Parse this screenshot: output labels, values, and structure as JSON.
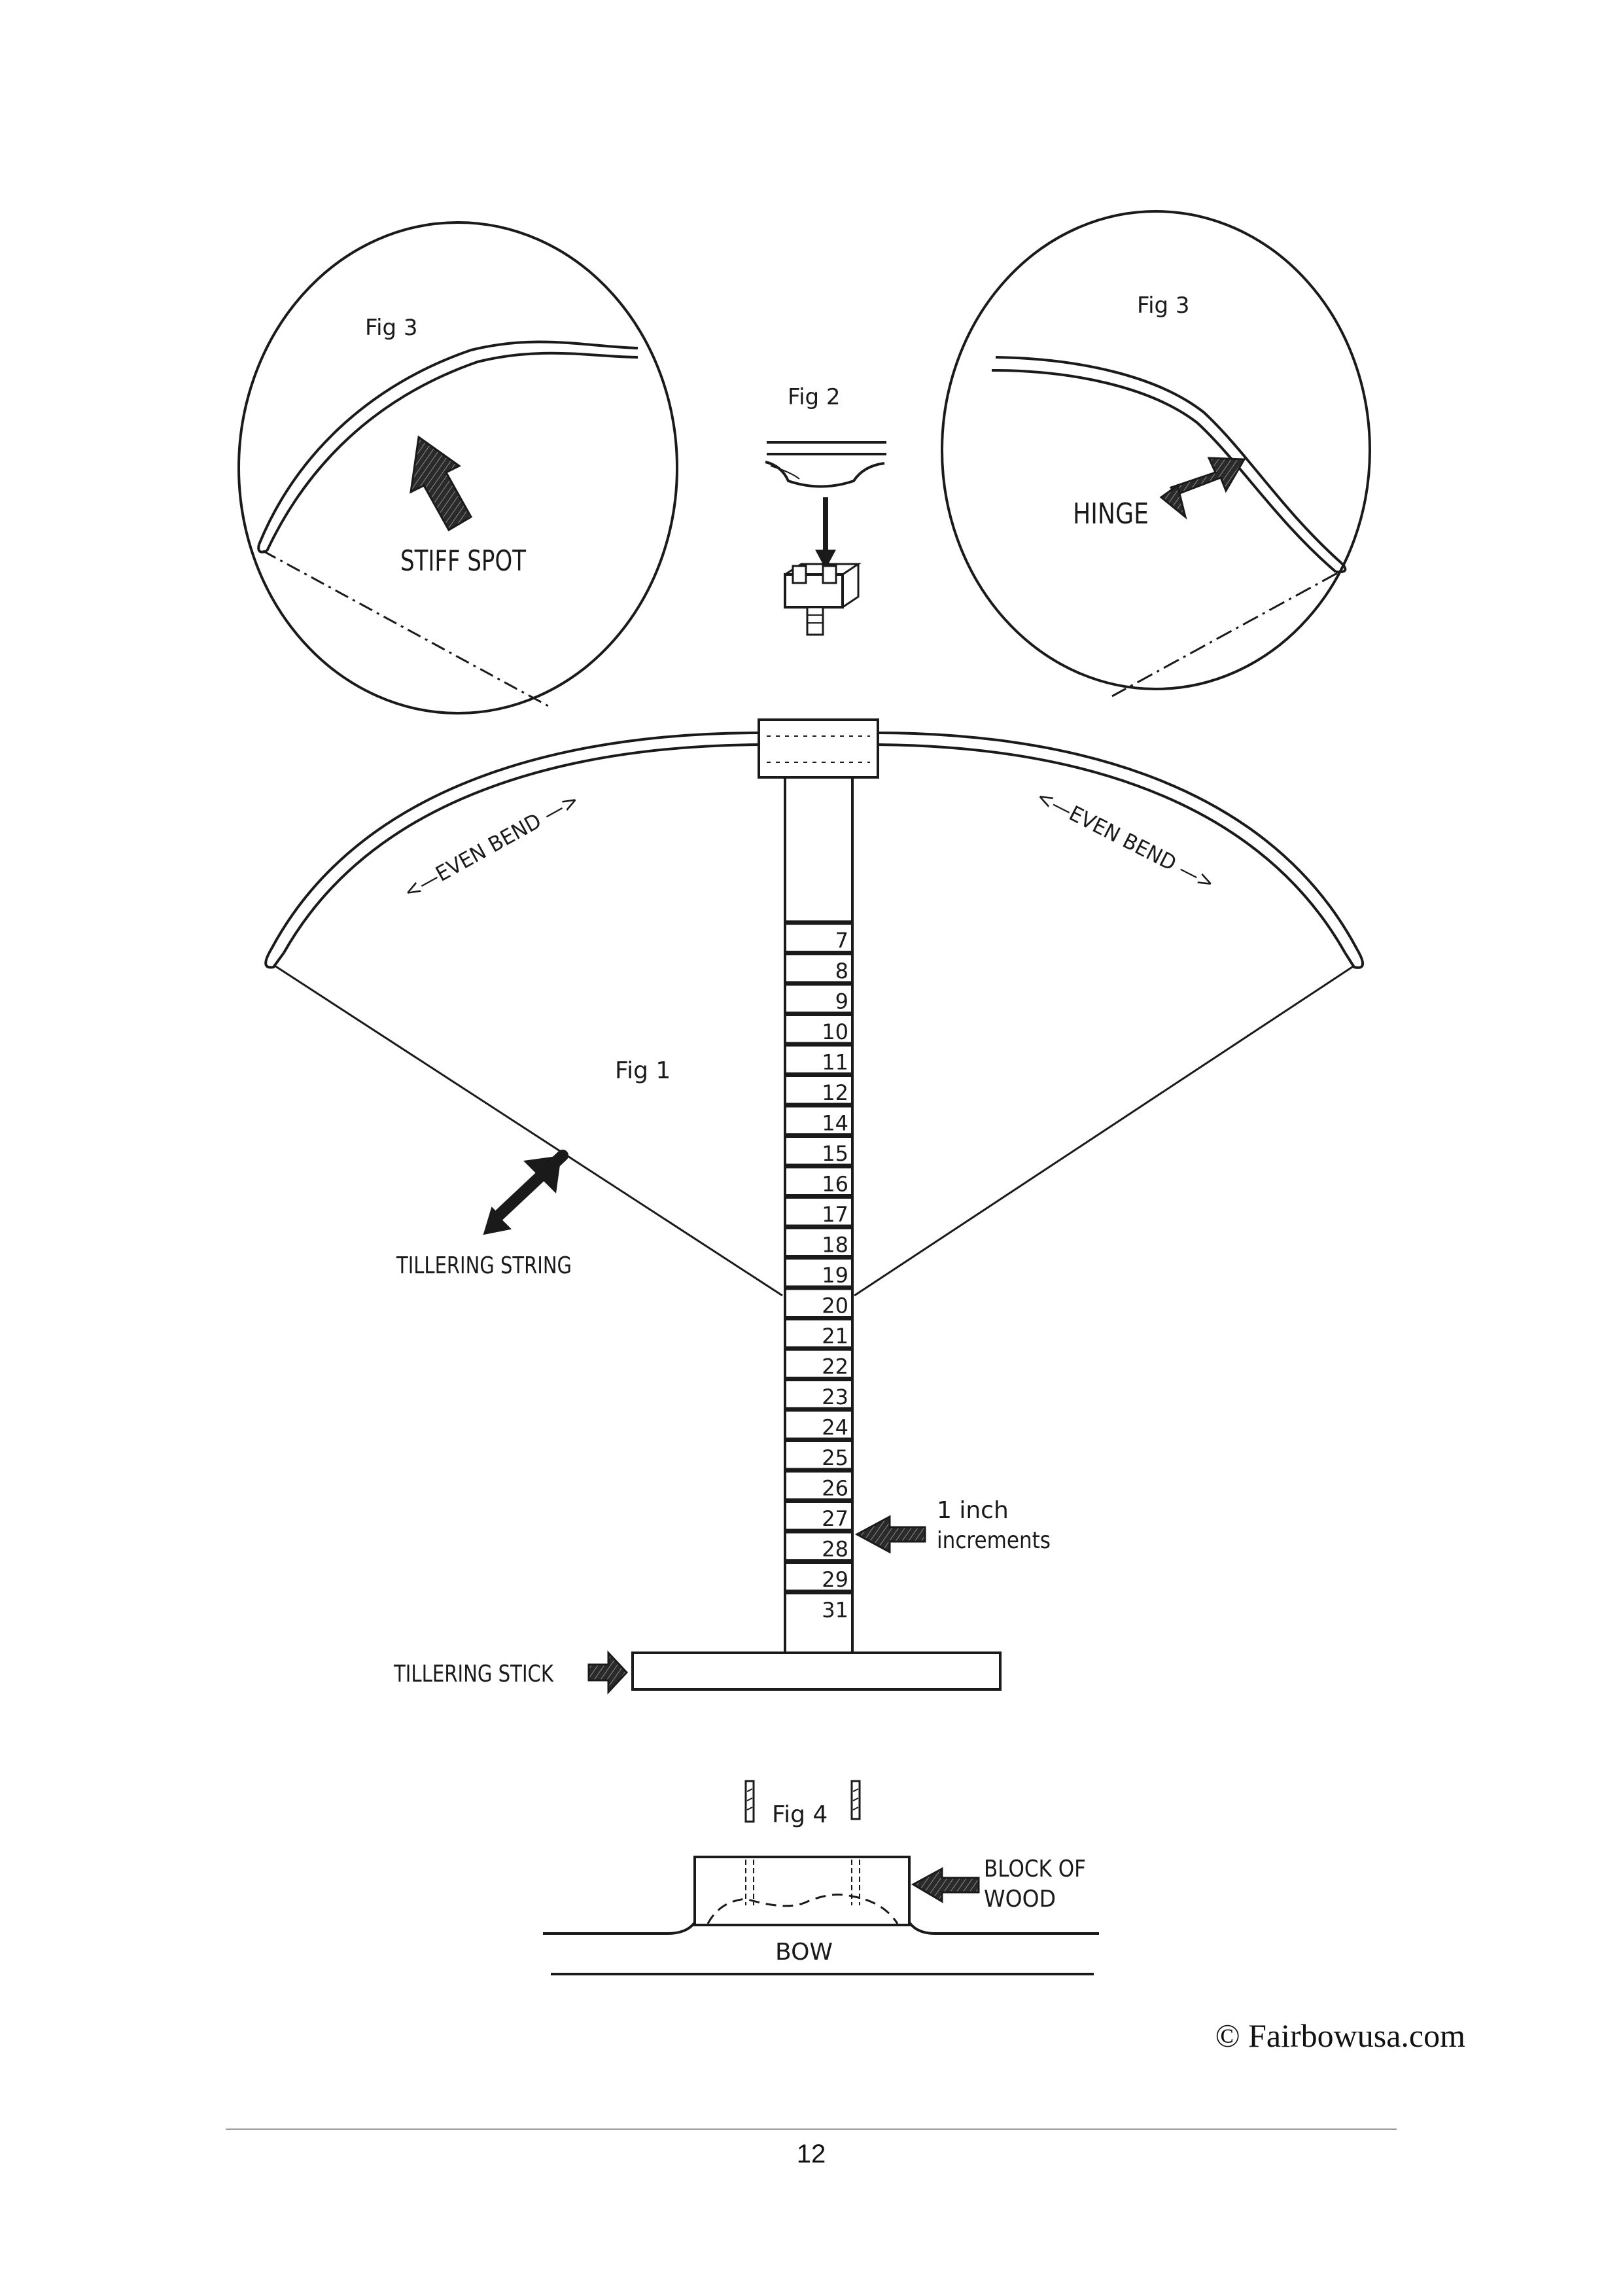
{
  "figures": {
    "fig1": {
      "label": "Fig 1"
    },
    "fig2": {
      "label": "Fig 2"
    },
    "fig3_left": {
      "label": "Fig 3",
      "callout": "STIFF SPOT"
    },
    "fig3_right": {
      "label": "Fig 3",
      "callout": "HINGE"
    },
    "fig4": {
      "label": "Fig 4"
    }
  },
  "labels": {
    "even_bend_left": "<—EVEN BEND —>",
    "even_bend_right": "<—EVEN BEND —>",
    "tillering_string": "TILLERING STRING",
    "tillering_stick": "TILLERING STICK",
    "increments_line1": "1 inch",
    "increments_line2": "increments",
    "block_of_wood_line1": "BLOCK OF",
    "block_of_wood_line2": "WOOD",
    "bow": "BOW"
  },
  "scale_marks": [
    "7",
    "8",
    "9",
    "10",
    "11",
    "12",
    "14",
    "15",
    "16",
    "17",
    "18",
    "19",
    "20",
    "21",
    "22",
    "23",
    "24",
    "25",
    "26",
    "27",
    "28",
    "29",
    "31"
  ],
  "footer": {
    "copyright": "© Fairbowusa.com",
    "page_number": "12"
  },
  "colors": {
    "ink": "#1a1a1a",
    "paper": "#ffffff"
  }
}
